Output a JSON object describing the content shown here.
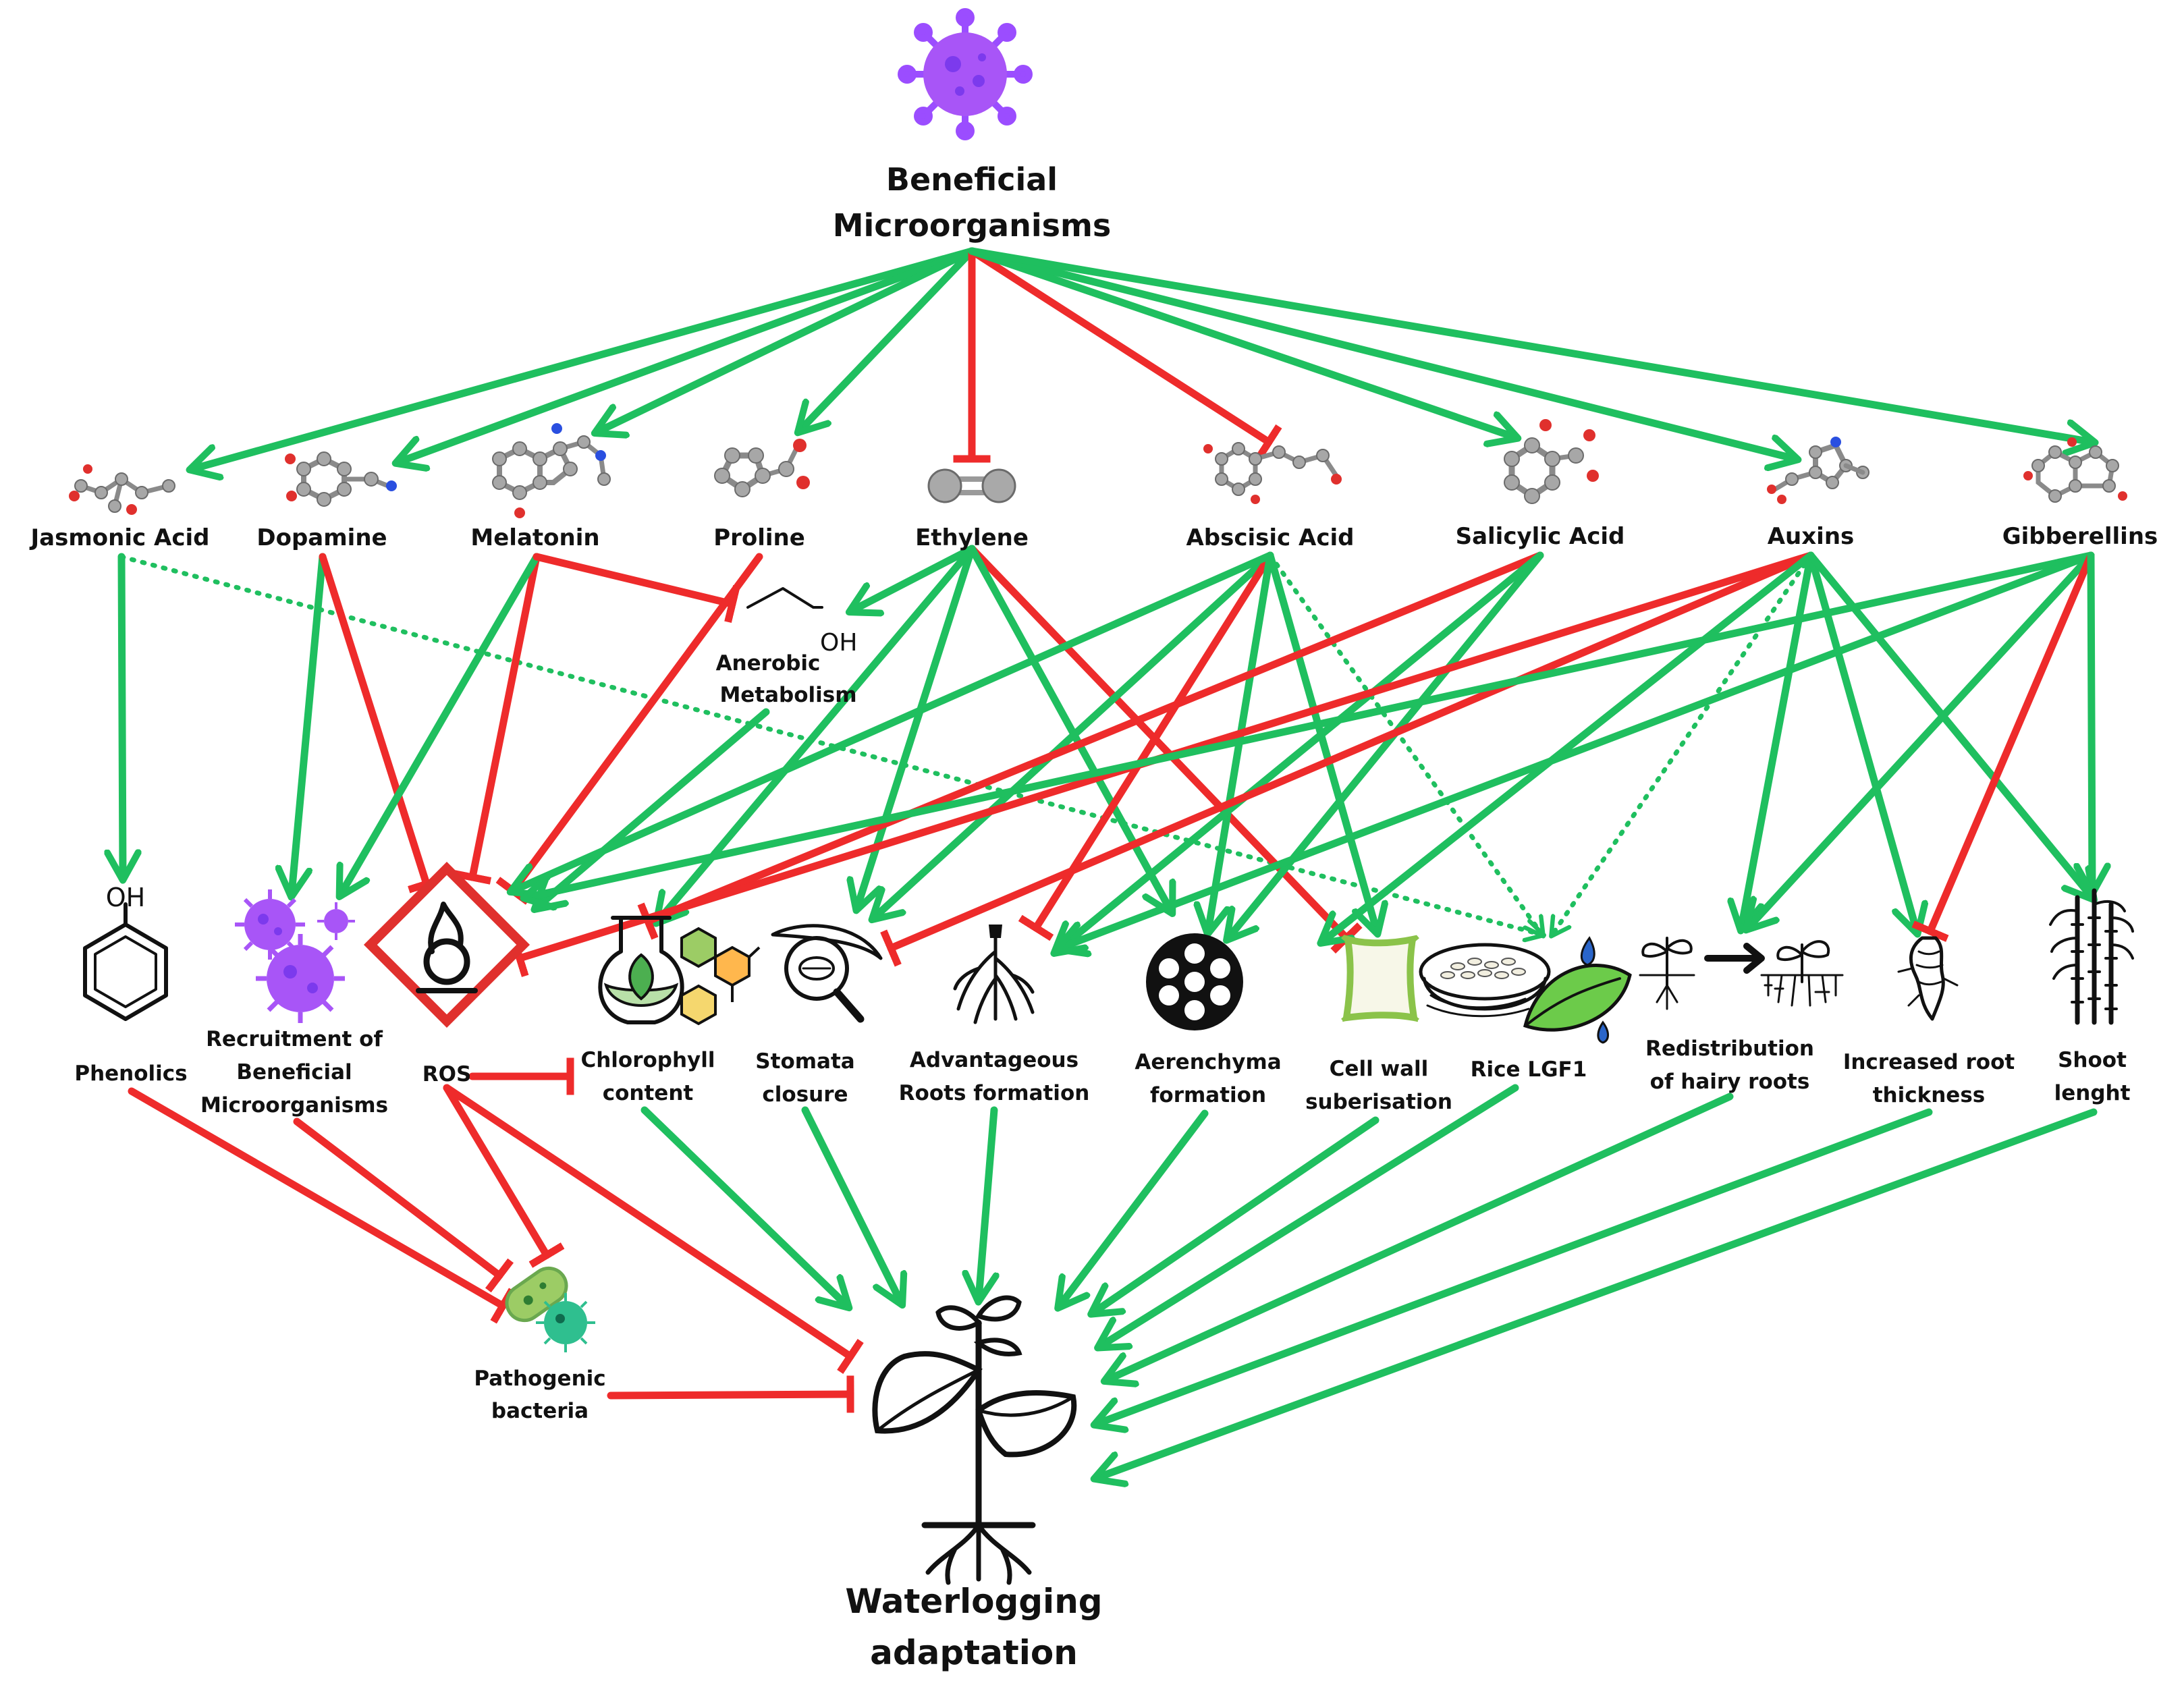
{
  "colors": {
    "promote": "#1fbf5f",
    "inhibit": "#ee2b2b",
    "ink": "#111111",
    "microbe": "#9b4dff",
    "pathogen": "#3fbf7a"
  },
  "top": {
    "line1": "Beneficial",
    "line2": "Microorganisms"
  },
  "bottom": {
    "line1": "Waterlogging",
    "line2": "adaptation"
  },
  "hormones": {
    "jasmonic": "Jasmonic Acid",
    "dopamine": "Dopamine",
    "melatonin": "Melatonin",
    "proline": "Proline",
    "ethylene": "Ethylene",
    "abscisic": "Abscisic Acid",
    "salicylic": "Salicylic Acid",
    "auxins": "Auxins",
    "gibberellins": "Gibberellins"
  },
  "anaerobic": {
    "line1": "Anerobic",
    "line2": "Metabolism",
    "formula": "OH"
  },
  "effects": {
    "phenolics": "Phenolics",
    "phenol_oh": "OH",
    "recruit1": "Recruitment  of",
    "recruit2": "Beneficial",
    "recruit3": "Microorganisms",
    "ros": "ROS",
    "chl1": "Chlorophyll",
    "chl2": "content",
    "sto1": "Stomata",
    "sto2": "closure",
    "adv1": "Advantageous",
    "adv2": "Roots formation",
    "aer1": "Aerenchyma",
    "aer2": "formation",
    "cw1": "Cell wall",
    "cw2": "suberisation",
    "lgf": "Rice LGF1",
    "hairy1": "Redistribution",
    "hairy2": "of hairy roots",
    "thick1": "Increased root",
    "thick2": "thickness",
    "shoot1": "Shoot",
    "shoot2": "lenght"
  },
  "pathogen": {
    "line1": "Pathogenic",
    "line2": "bacteria"
  }
}
